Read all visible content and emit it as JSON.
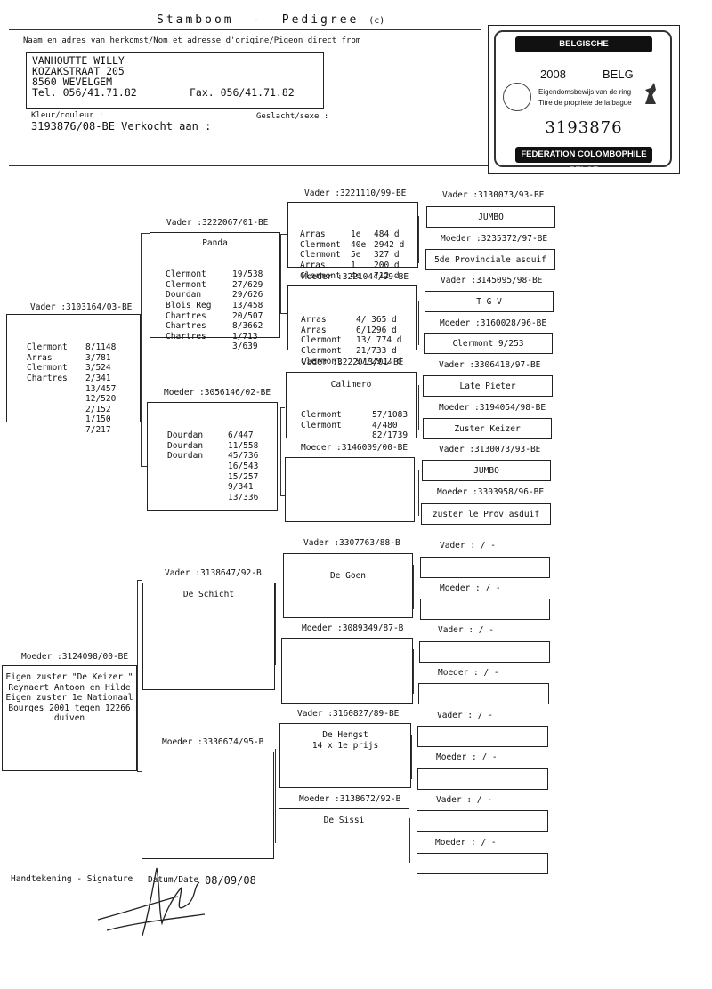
{
  "header": {
    "title": "Stamboom  -  Pedigree",
    "title_mark": "(c)",
    "origin_label": "Naam en adres van herkomst/Nom et adresse d'origine/Pigeon direct from",
    "breeder": {
      "name": "VANHOUTTE WILLY",
      "street": "KOZAKSTRAAT 205",
      "city": "8560 WEVELGEM",
      "tel": "Tel. 056/41.71.82",
      "fax": "Fax. 056/41.71.82"
    },
    "color_label": "Kleur/couleur :",
    "sex_label": "Geslacht/sexe :",
    "ring_sold": "3193876/08-BE Verkocht aan :"
  },
  "certificate": {
    "org_top": "BELGISCHE DUIVENLIEFHEBBERSBOND",
    "year": "2008",
    "country": "BELG",
    "text_nl": "Eigendomsbewijs van de ring",
    "text_fr": "Titre de propriete de la bague",
    "ring_number": "3193876",
    "org_bottom": "FEDERATION COLOMBOPHILE BELGE"
  },
  "pedigree": {
    "subject": {
      "label": "Vader :3103164/03-BE",
      "results": [
        [
          "Clermont",
          "8/1148"
        ],
        [
          "",
          "3/781"
        ],
        [
          "",
          "3/524"
        ],
        [
          "Arras",
          "2/341"
        ],
        [
          "Clermont",
          "13/457"
        ],
        [
          "",
          "12/520"
        ],
        [
          "Chartres",
          "2/152"
        ],
        [
          "",
          "1/150"
        ],
        [
          "",
          "7/217"
        ]
      ]
    },
    "father": {
      "label": "Vader :3222067/01-BE",
      "name": "Panda",
      "results": [
        [
          "Clermont",
          "19/538"
        ],
        [
          "Clermont",
          "27/629"
        ],
        [
          "Dourdan",
          "29/626"
        ],
        [
          "",
          "13/458"
        ],
        [
          "Blois Reg",
          "20/507"
        ],
        [
          "Chartres",
          "8/3662"
        ],
        [
          "Chartres",
          "1/713"
        ],
        [
          "Chartres",
          "3/639"
        ]
      ]
    },
    "mother": {
      "label": "Moeder :3056146/02-BE",
      "results": [
        [
          "Dourdan",
          "6/447"
        ],
        [
          "",
          "11/558"
        ],
        [
          "",
          "45/736"
        ],
        [
          "Dourdan",
          "16/543"
        ],
        [
          "",
          "15/257"
        ],
        [
          "",
          "9/341"
        ],
        [
          "Dourdan",
          "13/336"
        ]
      ]
    },
    "ff": {
      "label": "Vader :3221110/99-BE",
      "results": [
        [
          "Arras",
          "1e",
          "484 d"
        ],
        [
          "Clermont",
          "40e",
          "2942 d"
        ],
        [
          "Clermont",
          "5e",
          "327 d"
        ],
        [
          "Arras",
          "1",
          "200 d"
        ],
        [
          "Clermont",
          "4e",
          "712 d"
        ]
      ]
    },
    "fm": {
      "label": "Moeder :3221044/99-BE",
      "results": [
        [
          "Arras",
          "4/ 365 d"
        ],
        [
          "Arras",
          "6/1296 d"
        ],
        [
          "Clermont",
          "13/ 774 d"
        ],
        [
          "Clermont",
          "21/733 d"
        ],
        [
          "Clermont",
          "97/2912 d"
        ]
      ]
    },
    "mf": {
      "label": "Vader :3222013/01-BE",
      "name": "Calimero",
      "results": [
        [
          "Clermont",
          "57/1083"
        ],
        [
          "",
          "4/480"
        ],
        [
          "Clermont",
          "82/1739"
        ]
      ]
    },
    "mm": {
      "label": "Moeder :3146009/00-BE"
    },
    "ggp1": [
      {
        "label": "Vader :3130073/93-BE",
        "name": "JUMBO"
      },
      {
        "label": "Moeder :3235372/97-BE",
        "name": "5de Provinciale asduif"
      },
      {
        "label": "Vader :3145095/98-BE",
        "name": "T G V"
      },
      {
        "label": "Moeder :3160028/96-BE",
        "name": "Clermont 9/253"
      },
      {
        "label": "Vader :3306418/97-BE",
        "name": "Late Pieter"
      },
      {
        "label": "Moeder :3194054/98-BE",
        "name": "Zuster Keizer"
      },
      {
        "label": "Vader :3130073/93-BE",
        "name": "JUMBO"
      },
      {
        "label": "Moeder :3303958/96-BE",
        "name": "zuster le Prov asduif"
      }
    ],
    "dam": {
      "label": "Moeder :3124098/00-BE",
      "desc": [
        "Eigen zuster \"De Keizer \"",
        "Reynaert Antoon en Hilde",
        "Eigen zuster 1e Nationaal",
        "Bourges 2001 tegen 12266",
        "duiven"
      ]
    },
    "dam_father": {
      "label": "Vader :3138647/92-B",
      "name": "De Schicht"
    },
    "dam_mother": {
      "label": "Moeder :3336674/95-B"
    },
    "dff": {
      "label": "Vader :3307763/88-B",
      "name": "De Goen"
    },
    "dfm": {
      "label": "Moeder :3089349/87-B"
    },
    "dmf": {
      "label": "Vader :3160827/89-BE",
      "name": "De Hengst",
      "desc": "14 x 1e prijs"
    },
    "dmm": {
      "label": "Moeder :3138672/92-B",
      "name": "De Sissi"
    },
    "ggp2": [
      {
        "label": "Vader :    /  -"
      },
      {
        "label": "Moeder :    /  -"
      },
      {
        "label": "Vader :    /  -"
      },
      {
        "label": "Moeder :    /  -"
      },
      {
        "label": "Vader :    /  -"
      },
      {
        "label": "Moeder :    /  -"
      },
      {
        "label": "Vader :    /  -"
      },
      {
        "label": "Moeder :    /  -"
      }
    ]
  },
  "footer": {
    "signature_label": "Handtekening - Signature",
    "date_label": "Datum/Date :",
    "date": "08/09/08"
  }
}
